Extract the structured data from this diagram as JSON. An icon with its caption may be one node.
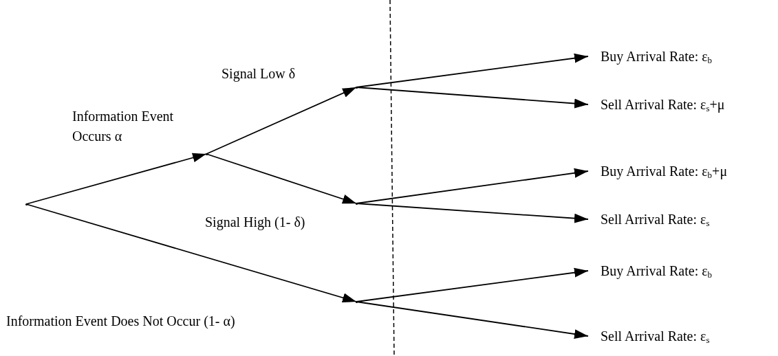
{
  "diagram": {
    "nodes": [
      {
        "text": [],
        "shape": "point"
      },
      {
        "text": [],
        "shape": "point"
      },
      {
        "text": [],
        "shape": "point"
      },
      {
        "text": [],
        "shape": "point"
      },
      {
        "text": [],
        "shape": "point"
      },
      {
        "text": [
          "Buy Arrival Rate: ε$_{b}$"
        ]
      },
      {
        "text": [
          "Sell Arrival Rate: ε$_{s}$+μ"
        ]
      },
      {
        "text": [
          "Buy Arrival Rate: ε$_{b}$+μ"
        ]
      },
      {
        "text": [
          "Sell Arrival Rate: ε$_{s}$"
        ]
      },
      {
        "text": [
          "Buy Arrival Rate: ε$_{b}$"
        ]
      },
      {
        "text": [
          "Sell Arrival Rate: ε$_{s}$"
        ]
      }
    ],
    "edges": [
      {
        "from": 0,
        "to": 1,
        "arrow": "to",
        "label": "Information Event Occurs α"
      },
      {
        "from": 1,
        "to": 2,
        "arrow": "to",
        "label": "Signal Low δ"
      },
      {
        "from": 1,
        "to": 3,
        "arrow": "to",
        "label": "Signal High (1- δ)"
      },
      {
        "from": 0,
        "to": 4,
        "arrow": "to",
        "label": "Information Event Does Not Occur (1- α)"
      },
      {
        "from": 2,
        "to": 5,
        "arrow": "to"
      },
      {
        "from": 2,
        "to": 6,
        "arrow": "to"
      },
      {
        "from": 3,
        "to": 7,
        "arrow": "to"
      },
      {
        "from": 3,
        "to": 8,
        "arrow": "to"
      },
      {
        "from": 4,
        "to": 9,
        "arrow": "to"
      },
      {
        "from": 4,
        "to": 10,
        "arrow": "to"
      }
    ]
  }
}
